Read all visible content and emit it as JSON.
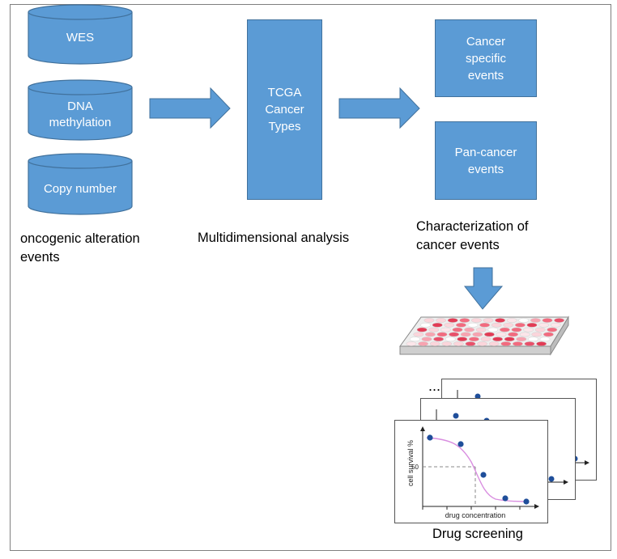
{
  "sources": [
    {
      "lines": [
        "WES"
      ]
    },
    {
      "lines": [
        "DNA",
        "methylation"
      ]
    },
    {
      "lines": [
        "Copy number"
      ]
    }
  ],
  "sources_caption": [
    "oncogenic alteration",
    "events"
  ],
  "center_box": {
    "lines": [
      "TCGA",
      "Cancer",
      "Types"
    ]
  },
  "center_caption": "Multidimensional analysis",
  "right_boxes": [
    {
      "lines": [
        "Cancer",
        "specific",
        "events"
      ]
    },
    {
      "lines": [
        "Pan-cancer",
        "events"
      ]
    }
  ],
  "right_caption": [
    "Characterization of",
    "cancer events"
  ],
  "plot": {
    "ellipsis": "...",
    "y_label": "cell survival %",
    "y_tick": "50",
    "x_label": "drug concentration"
  },
  "bottom_caption": "Drug screening",
  "colors": {
    "box_fill": "#5b9bd5",
    "box_border": "#41719c",
    "curve": "#d98ee0",
    "dot": "#1f4e9a"
  }
}
